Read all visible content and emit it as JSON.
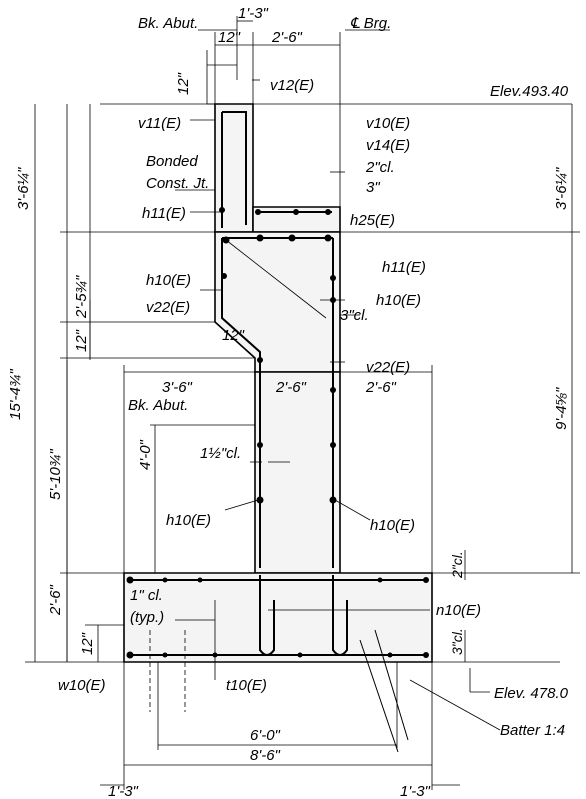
{
  "labels": {
    "bk_abut_top": "Bk. Abut.",
    "dim_1_3_top": "1'-3\"",
    "cl_brg": "℄ Brg.",
    "dim_12_top": "12\"",
    "dim_2_6_top": "2'-6\"",
    "dim_12_left": "12\"",
    "v12": "v12(E)",
    "elev_top": "Elev.493.40",
    "v11": "v11(E)",
    "v10": "v10(E)",
    "v14": "v14(E)",
    "bonded": "Bonded",
    "const_jt": "Const. Jt.",
    "cl_2": "2\"cl.",
    "dim_3": "3\"",
    "h11_left": "h11(E)",
    "h25": "h25(E)",
    "dim_3_6_left": "3'-6¼\"",
    "dim_3_6_right": "3'-6¼\"",
    "h11_right": "h11(E)",
    "h10_upper_left": "h10(E)",
    "h10_upper_right": "h10(E)",
    "dim_2_5": "2'-5¾\"",
    "v22_left": "v22(E)",
    "dim_12_mid": "12\"",
    "cl_3_mid": "3\"cl.",
    "v22_right": "v22(E)",
    "dim_12_haunch": "12\"",
    "dim_15": "15'-4¾\"",
    "dim_9": "9'-4⅝\"",
    "dim_3_6_mid": "3'-6\"",
    "dim_2_6_stem": "2'-6\"",
    "dim_2_6_right": "2'-6\"",
    "bk_abut_mid": "Bk. Abut.",
    "dim_5_10": "5'-10¾\"",
    "dim_4_0": "4'-0\"",
    "cl_1_5": "1½\"cl.",
    "h10_lower_left": "h10(E)",
    "h10_lower_right": "h10(E)",
    "cl_2_right": "2\"cl.",
    "dim_2_6_left": "2'-6\"",
    "cl_1_typ_1": "1\" cl.",
    "cl_1_typ_2": "(typ.)",
    "n10": "n10(E)",
    "dim_12_footing": "12\"",
    "cl_3_foot": "3\"cl.",
    "w10": "w10(E)",
    "t10": "t10(E)",
    "elev_bottom": "Elev. 478.0",
    "batter": "Batter 1:4",
    "dim_6_0": "6'-0\"",
    "dim_8_6": "8'-6\"",
    "dim_1_3_bl": "1'-3\"",
    "dim_1_3_br": "1'-3\""
  }
}
